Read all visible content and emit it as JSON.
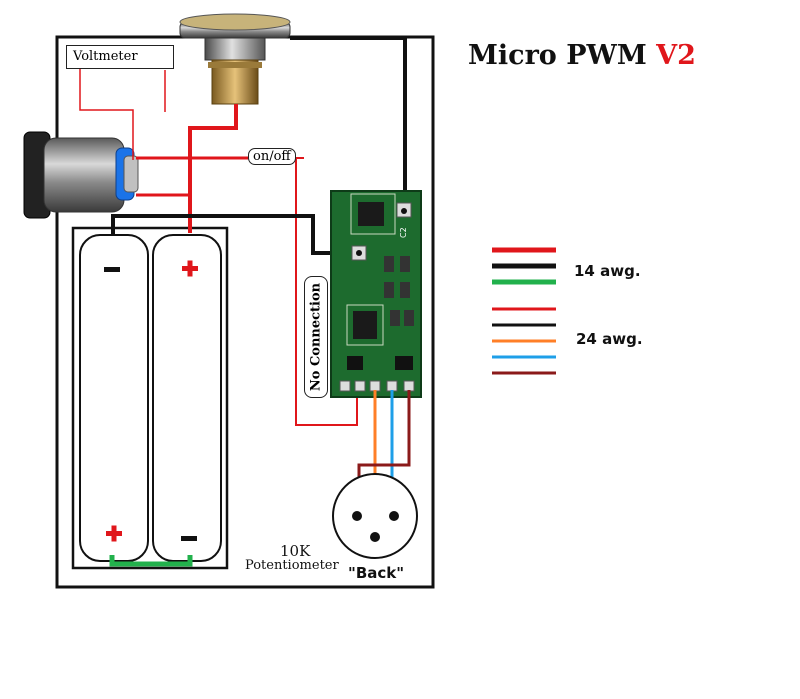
{
  "title": {
    "main": "Micro PWM ",
    "accent": "V2"
  },
  "labels": {
    "voltmeter": "Voltmeter",
    "onoff": "on/off",
    "no_connection": "No Connection",
    "pot_value": "10K",
    "pot_name": "Potentiometer",
    "back": "\"Back\"",
    "plus": "+",
    "minus": "−",
    "chip_c2": "C2"
  },
  "legend": [
    {
      "label": "14 awg.",
      "colors": [
        "#e0161b",
        "#111111",
        "#22b14c"
      ]
    },
    {
      "label": "24 awg.",
      "colors": [
        "#e0161b",
        "#111111",
        "#ff7f27",
        "#1e9fe8",
        "#8b1a1a"
      ]
    }
  ],
  "colors": {
    "red": "#e0161b",
    "black": "#111111",
    "green": "#22b14c",
    "orange": "#ff7f27",
    "blue": "#1e9fe8",
    "brown": "#8b1a1a",
    "pcb": "#1d6b2e"
  }
}
